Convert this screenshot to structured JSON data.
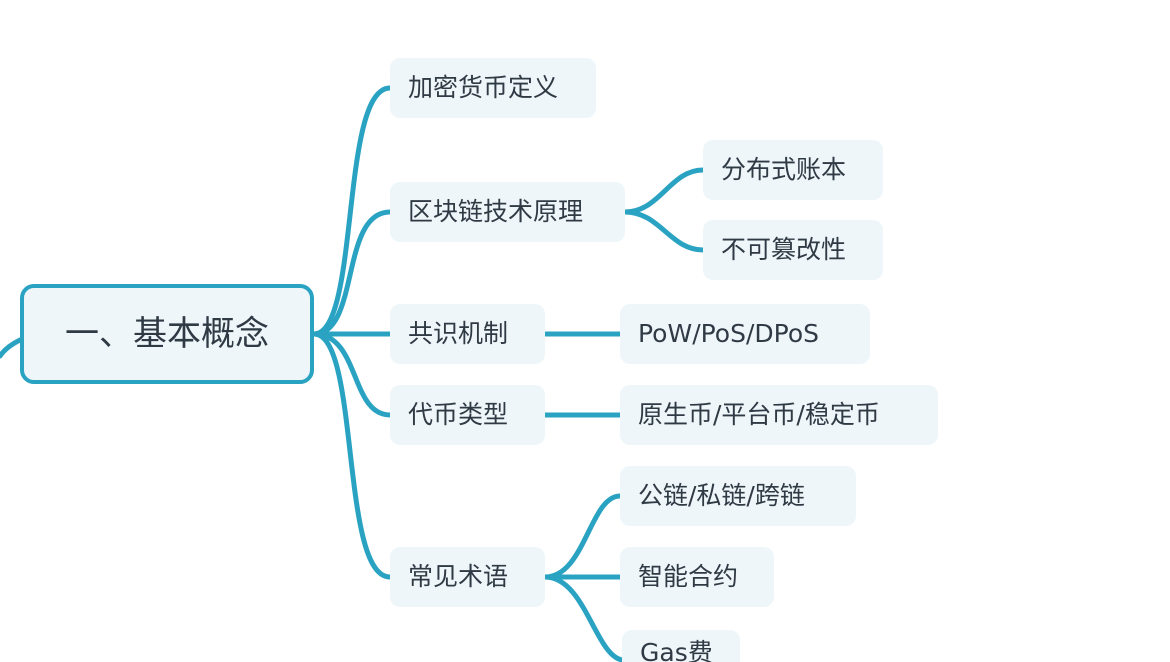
{
  "root": {
    "label": "一、基本概念"
  },
  "branches": [
    {
      "label": "加密货币定义",
      "children": []
    },
    {
      "label": "区块链技术原理",
      "children": [
        "分布式账本",
        "不可篡改性"
      ]
    },
    {
      "label": "共识机制",
      "children": [
        "PoW/PoS/DPoS"
      ]
    },
    {
      "label": "代币类型",
      "children": [
        "原生币/平台币/稳定币"
      ]
    },
    {
      "label": "常见术语",
      "children": [
        "公链/私链/跨链",
        "智能合约",
        "Gas费"
      ]
    }
  ],
  "colors": {
    "connector": "#2aa3c3",
    "node_fill": "#eef6fa",
    "text": "#2f3a44"
  }
}
